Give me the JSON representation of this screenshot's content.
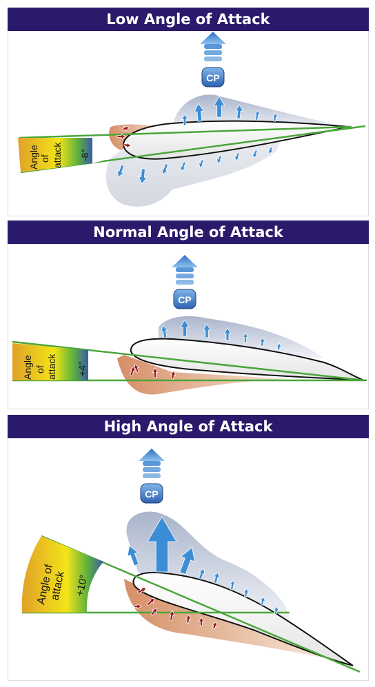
{
  "panels": [
    {
      "title": "Low Angle of Attack",
      "cp_label": "CP",
      "gauge_label_line1": "Angle",
      "gauge_label_line2": "of",
      "gauge_label_line3": "attack",
      "angle": "-8°"
    },
    {
      "title": "Normal Angle of Attack",
      "cp_label": "CP",
      "gauge_label_line1": "Angle",
      "gauge_label_line2": "of",
      "gauge_label_line3": "attack",
      "angle": "+4°"
    },
    {
      "title": "High Angle of Attack",
      "cp_label": "CP",
      "gauge_label_line1": "Angle of",
      "gauge_label_line2": "attack",
      "gauge_label_line3": "",
      "angle": "+10°"
    }
  ],
  "colors": {
    "header": "#2b1a6b",
    "chord_line": "#4aa63a",
    "lift_arrow": "#3b8ed6",
    "pressure_arrow": "#9b1a1a"
  }
}
